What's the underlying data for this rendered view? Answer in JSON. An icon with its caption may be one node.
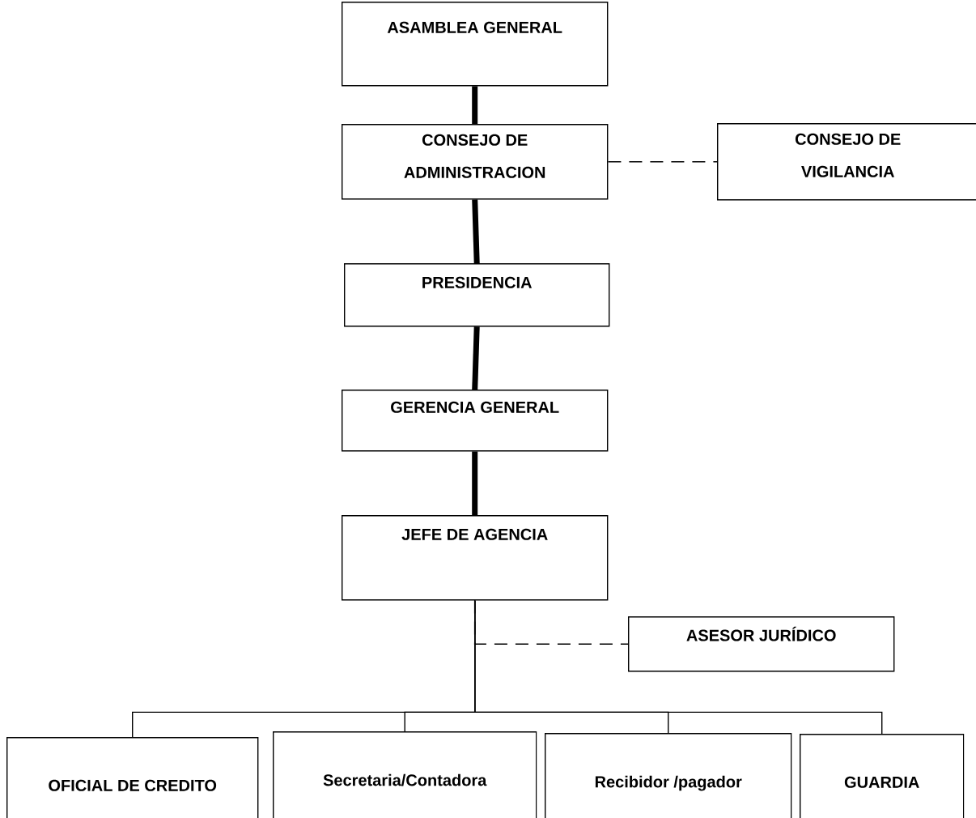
{
  "diagram": {
    "nodes": [
      {
        "text": [
          "ASAMBLEA GENERAL"
        ]
      },
      {
        "text": [
          "CONSEJO DE ADMINISTRACION"
        ]
      },
      {
        "text": [
          "CONSEJO DE VIGILANCIA"
        ]
      },
      {
        "text": [
          "PRESIDENCIA"
        ]
      },
      {
        "text": [
          "GERENCIA GENERAL"
        ]
      },
      {
        "text": [
          "JEFE DE AGENCIA"
        ]
      },
      {
        "text": [
          "ASESOR JURÍDICO"
        ]
      },
      {
        "text": [
          "OFICIAL DE CREDITO"
        ]
      },
      {
        "text": [
          "Secretaria/Contadora"
        ]
      },
      {
        "text": [
          "Recibidor /pagador"
        ]
      },
      {
        "text": [
          "GUARDIA"
        ]
      }
    ],
    "edges": [
      {
        "from": 0,
        "to": 1,
        "arrow": "none",
        "style": "thick"
      },
      {
        "from": 1,
        "to": 2,
        "arrow": "none",
        "style": "dashed"
      },
      {
        "from": 1,
        "to": 3,
        "arrow": "none",
        "style": "thick"
      },
      {
        "from": 3,
        "to": 4,
        "arrow": "none",
        "style": "thick"
      },
      {
        "from": 4,
        "to": 5,
        "arrow": "none",
        "style": "thick"
      },
      {
        "from": 5,
        "to": 6,
        "arrow": "none",
        "style": "dashed"
      },
      {
        "from": 5,
        "to": 7,
        "arrow": "none"
      },
      {
        "from": 5,
        "to": 8,
        "arrow": "none"
      },
      {
        "from": 5,
        "to": 9,
        "arrow": "none"
      },
      {
        "from": 5,
        "to": 10,
        "arrow": "none"
      }
    ]
  }
}
